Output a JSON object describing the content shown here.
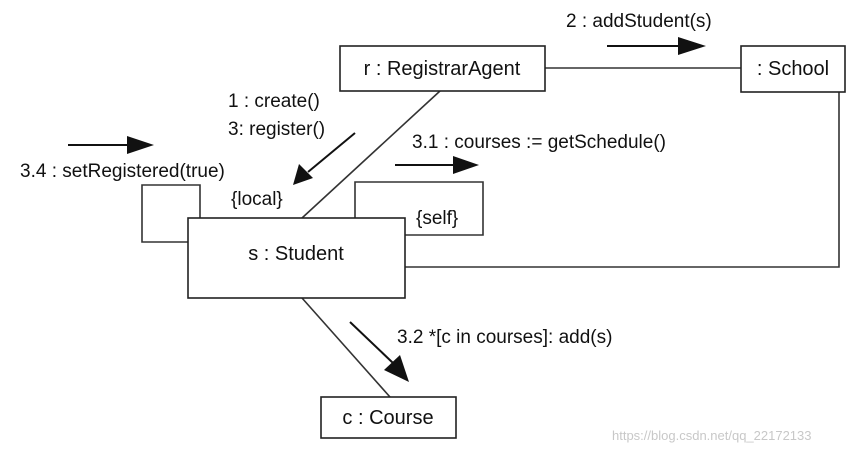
{
  "objects": {
    "registrar": "r : RegistrarAgent",
    "school": ": School",
    "student": "s : Student",
    "course": "c : Course"
  },
  "messages": {
    "m2": "2 : addStudent(s)",
    "m1": "1 : create()",
    "m3": "3: register()",
    "m31": "3.1 : courses := getSchedule()",
    "m34": "3.4 : setRegistered(true)",
    "m32": "3.2 *[c in courses]: add(s)"
  },
  "constraints": {
    "local": "{local}",
    "self": "{self}"
  },
  "watermark": "https://blog.csdn.net/qq_22172133"
}
